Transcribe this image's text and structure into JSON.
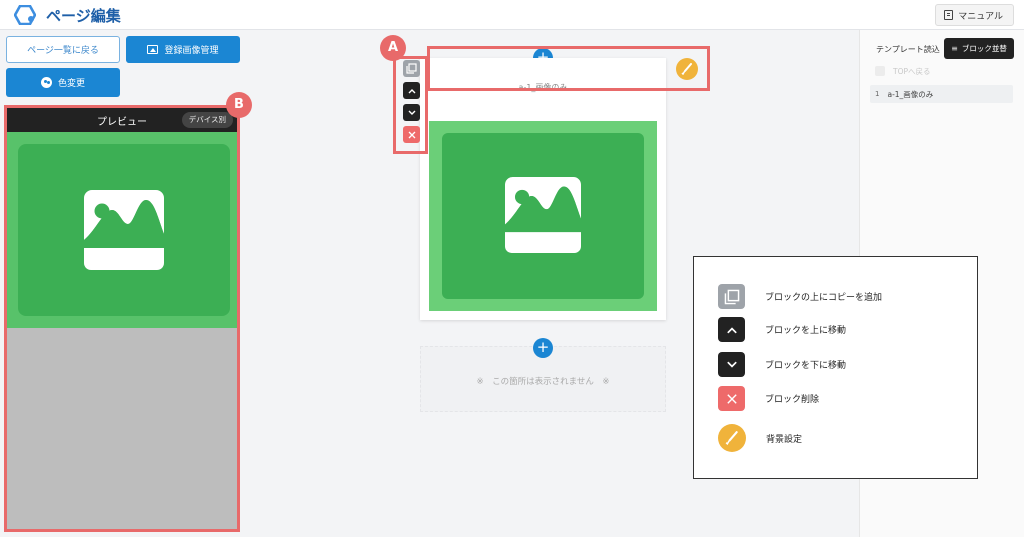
{
  "header": {
    "title": "ページ編集",
    "manual_label": "マニュアル"
  },
  "left": {
    "back_button": "ページ一覧に戻る",
    "images_button": "登録画像管理",
    "color_button": "色変更",
    "preview_title": "プレビュー",
    "device_button": "デバイス別"
  },
  "canvas": {
    "block_name": "a-1_画像のみ",
    "hidden_text": "※　この箇所は表示されません　※",
    "add_symbol": "+"
  },
  "annotations": {
    "marker_a": "A",
    "marker_b": "B"
  },
  "sidebar": {
    "tab_template": "テンプレート読込",
    "tab_block": "ブロック並替",
    "sort_icon": "≡",
    "items": [
      {
        "label": "TOPへ戻る"
      },
      {
        "index": "1",
        "label": "a-1_画像のみ"
      }
    ]
  },
  "legend": {
    "items": [
      {
        "icon": "copy-icon",
        "label": "ブロックの上にコピーを追加",
        "color": "#9ea3a9"
      },
      {
        "icon": "chevron-up-icon",
        "label": "ブロックを上に移動",
        "color": "#222222"
      },
      {
        "icon": "chevron-down-icon",
        "label": "ブロックを下に移動",
        "color": "#222222"
      },
      {
        "icon": "close-icon",
        "label": "ブロック削除",
        "color": "#ee6a6a"
      },
      {
        "icon": "brush-icon",
        "label": "背景設定",
        "color": "#f0b33b"
      }
    ]
  },
  "colors": {
    "primary": "#1b86d3",
    "highlight": "#e86a6a",
    "green": "#3caf54",
    "dark": "#222222"
  }
}
